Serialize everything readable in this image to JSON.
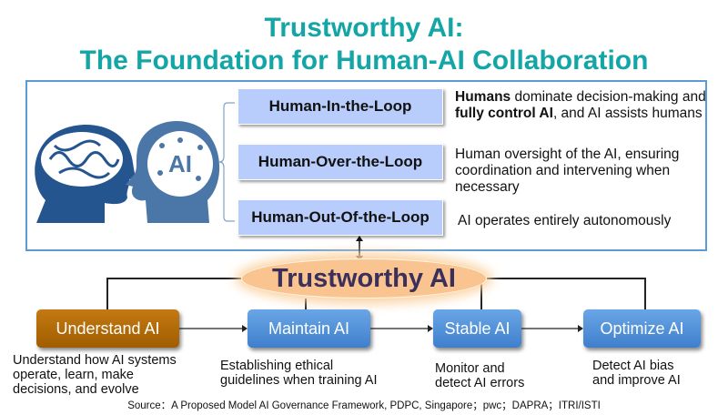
{
  "title": {
    "line1": "Trustworthy AI:",
    "line2": "The Foundation for Human-AI Collaboration"
  },
  "loops": [
    {
      "label": "Human-In-the-Loop",
      "desc_parts": [
        "Humans",
        " dominate decision-making and ",
        "fully control AI",
        ", and AI assists humans"
      ]
    },
    {
      "label": "Human-Over-the-Loop",
      "desc": "Human oversight of the AI, ensuring coordination and intervening when necessary"
    },
    {
      "label": "Human-Out-Of-the-Loop",
      "desc": "AI operates entirely autonomously"
    }
  ],
  "icons": {
    "human": "human-brain-head-icon",
    "ai": "ai-circuit-head-icon",
    "ai_label": "AI"
  },
  "center": "Trustworthy AI",
  "steps": [
    {
      "label": "Understand AI",
      "desc": "Understand how AI systems operate, learn, make decisions, and evolve"
    },
    {
      "label": "Maintain AI",
      "desc": "Establishing ethical guidelines when training AI"
    },
    {
      "label": "Stable AI",
      "desc": "Monitor and detect AI errors"
    },
    {
      "label": "Optimize AI",
      "desc": "Detect AI bias and improve AI"
    }
  ],
  "source": "Source：A Proposed Model AI Governance Framework, PDPC, Singapore；pwc；DAPRA；ITRI/ISTI",
  "colors": {
    "title": "#14a6a6",
    "frame": "#5b9bd5",
    "loop_box": "#b8cdfc",
    "step_blue": "#4a8ad6",
    "step_orange": "#b06a08",
    "ellipse": "#f9c48f",
    "head_dark": "#24558f",
    "head_light": "#4a76a8"
  }
}
